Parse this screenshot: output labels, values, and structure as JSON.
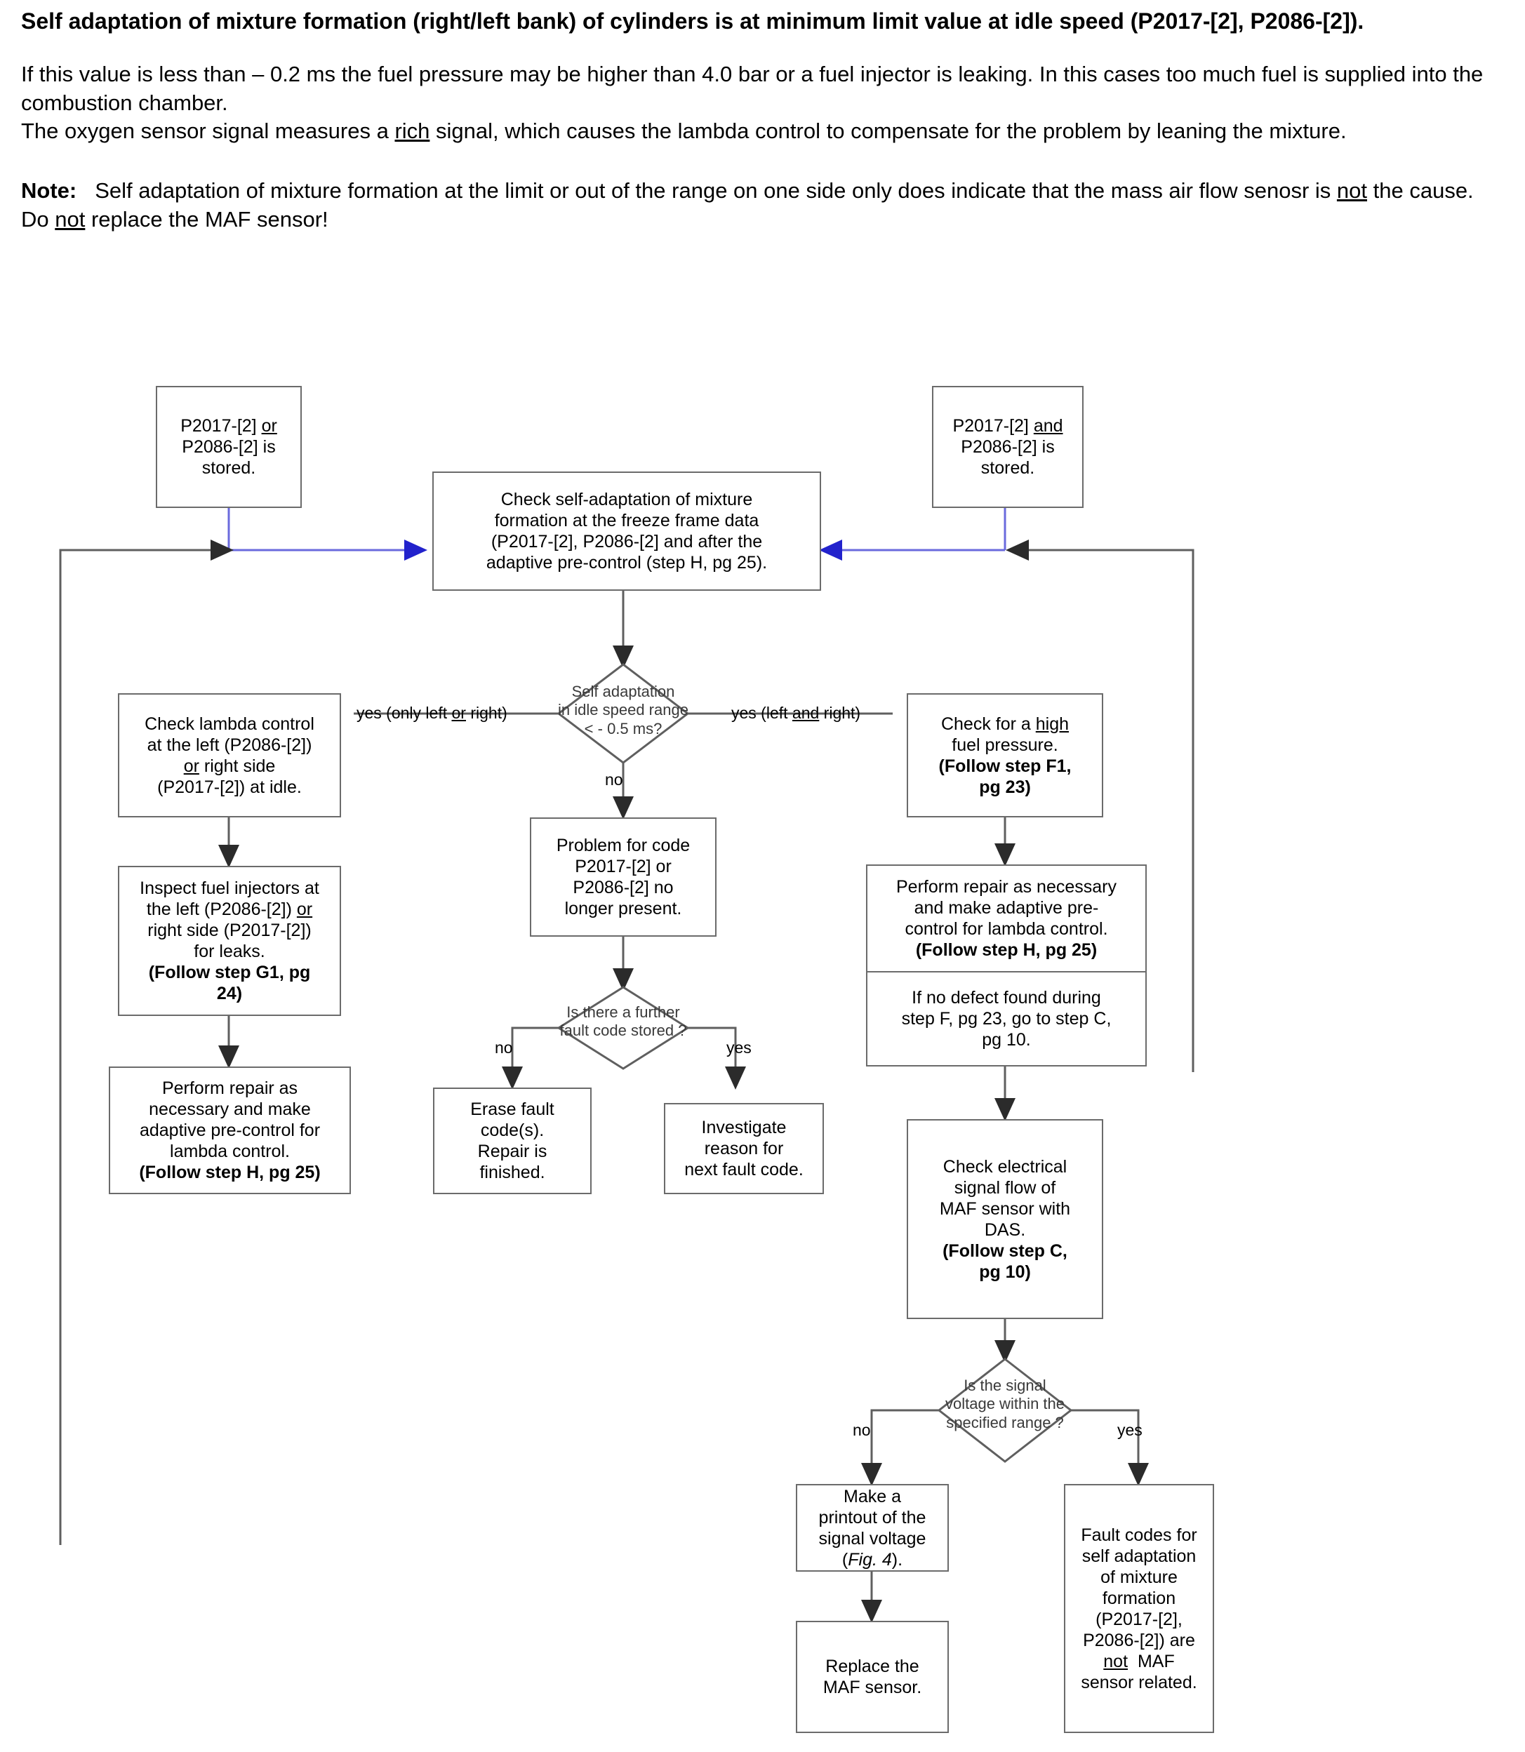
{
  "document": {
    "heading": "Self adaptation of mixture formation (right/left bank) of cylinders is at minimum limit value at idle speed (P2017-[2], P2086-[2]).",
    "paragraph_1": "If this value is less than – 0.2 ms the fuel pressure may be higher than 4.0 bar or a fuel injector is leaking. In this cases too much fuel is supplied into the combustion chamber.",
    "paragraph_2_a": "The oxygen sensor signal measures a ",
    "paragraph_2_underlined": "rich",
    "paragraph_2_b": " signal, which causes the lambda control to compensate for the problem by leaning the mixture.",
    "note_label": "Note:",
    "note_a": "Self adaptation of mixture formation at the limit or out of the range on one side only does indicate that the mass air flow senosr is ",
    "note_u1": "not",
    "note_b": " the cause. Do ",
    "note_u2": "not",
    "note_c": " replace the  MAF sensor!"
  },
  "colors": {
    "box_border": "#6b6b6b",
    "connector_black": "#3f3f3f",
    "connector_blue": "#6a6add",
    "arrow_blue": "#2222cc",
    "text": "#000000"
  },
  "flowchart": {
    "nodes": {
      "start_left": {
        "lines": [
          "P2017-[2] or",
          "P2086-[2] is",
          "stored."
        ],
        "underline_word": "or"
      },
      "start_right": {
        "lines": [
          "P2017-[2] and",
          "P2086-[2] is",
          "stored."
        ],
        "underline_word": "and"
      },
      "check_freeze_frame": {
        "lines": [
          "Check self-adaptation of mixture",
          "formation at the freeze frame data",
          "(P2017-[2], P2086-[2] and after the",
          "adaptive pre-control (step H, pg 25)."
        ]
      },
      "decision_self_adaptation": {
        "lines": [
          "Self adaptation",
          "in idle speed range",
          "< - 0.5 ms?"
        ]
      },
      "check_lambda_control": {
        "lines": [
          "Check lambda control",
          "at the left (P2086-[2])",
          "or right side",
          "(P2017-[2]) at idle."
        ],
        "underline_word": "or"
      },
      "inspect_injectors": {
        "lines": [
          "Inspect fuel injectors at",
          "the left (P2086-[2]) or",
          "right side (P2017-[2])",
          "for leaks."
        ],
        "bold_lines": [
          "(Follow step G1, pg",
          "24)"
        ],
        "underline_word": "or"
      },
      "perform_repair_left": {
        "lines": [
          "Perform repair as",
          "necessary and make",
          "adaptive pre-control for",
          "lambda control."
        ],
        "bold_lines": [
          "(Follow step H, pg 25)"
        ]
      },
      "problem_no_longer": {
        "lines": [
          "Problem for code",
          "P2017-[2] or",
          "P2086-[2] no",
          "longer present."
        ]
      },
      "decision_further_fault": {
        "lines": [
          "Is there a further",
          "fault code stored ?"
        ]
      },
      "erase_fault_codes": {
        "lines": [
          "Erase fault",
          "code(s).",
          "Repair is",
          "finished."
        ]
      },
      "investigate_reason": {
        "lines": [
          "Investigate",
          "reason for",
          "next fault code."
        ]
      },
      "check_high_fuel_pressure": {
        "lines": [
          "Check for a high",
          "fuel pressure."
        ],
        "bold_lines": [
          "(Follow step F1,",
          "pg 23)"
        ],
        "underline_word": "high"
      },
      "perform_repair_right": {
        "lines": [
          "Perform repair as necessary",
          "and make adaptive pre-",
          "control for lambda control."
        ],
        "bold_lines": [
          "(Follow step H, pg 25)"
        ],
        "second_cell": [
          "If no defect found during",
          "step F, pg 23, go to step C,",
          "pg 10."
        ]
      },
      "check_electrical_flow": {
        "lines": [
          "Check electrical",
          "signal flow of",
          "MAF sensor with",
          "DAS."
        ],
        "bold_lines": [
          "(Follow step C,",
          "pg 10)"
        ]
      },
      "decision_signal_voltage": {
        "lines": [
          "Is the signal",
          "voltage  within the",
          "specified range ?"
        ]
      },
      "make_printout": {
        "lines": [
          "Make a",
          "printout of the",
          "signal voltage"
        ],
        "italic_line_prefix": "(",
        "italic_line": "Fig. 4",
        "italic_line_suffix": ")."
      },
      "replace_maf": {
        "lines": [
          "Replace the",
          "MAF sensor."
        ]
      },
      "fault_codes_not_maf": {
        "lines": [
          "Fault codes for",
          "self adaptation",
          "of mixture",
          "formation",
          "(P2017-[2],",
          "P2086-[2]) are",
          "not  MAF",
          "sensor related."
        ],
        "underline_word": "not"
      }
    },
    "edge_labels": {
      "yes_only_left_or_right_a": "yes (only left ",
      "yes_only_left_or_right_u": "or",
      "yes_only_left_or_right_b": " right)",
      "yes_left_and_right_a": "yes (left ",
      "yes_left_and_right_u": "and",
      "yes_left_and_right_b": " right)",
      "no_center": "no",
      "no_further": "no",
      "yes_further": "yes",
      "no_voltage": "no",
      "yes_voltage": "yes"
    }
  }
}
